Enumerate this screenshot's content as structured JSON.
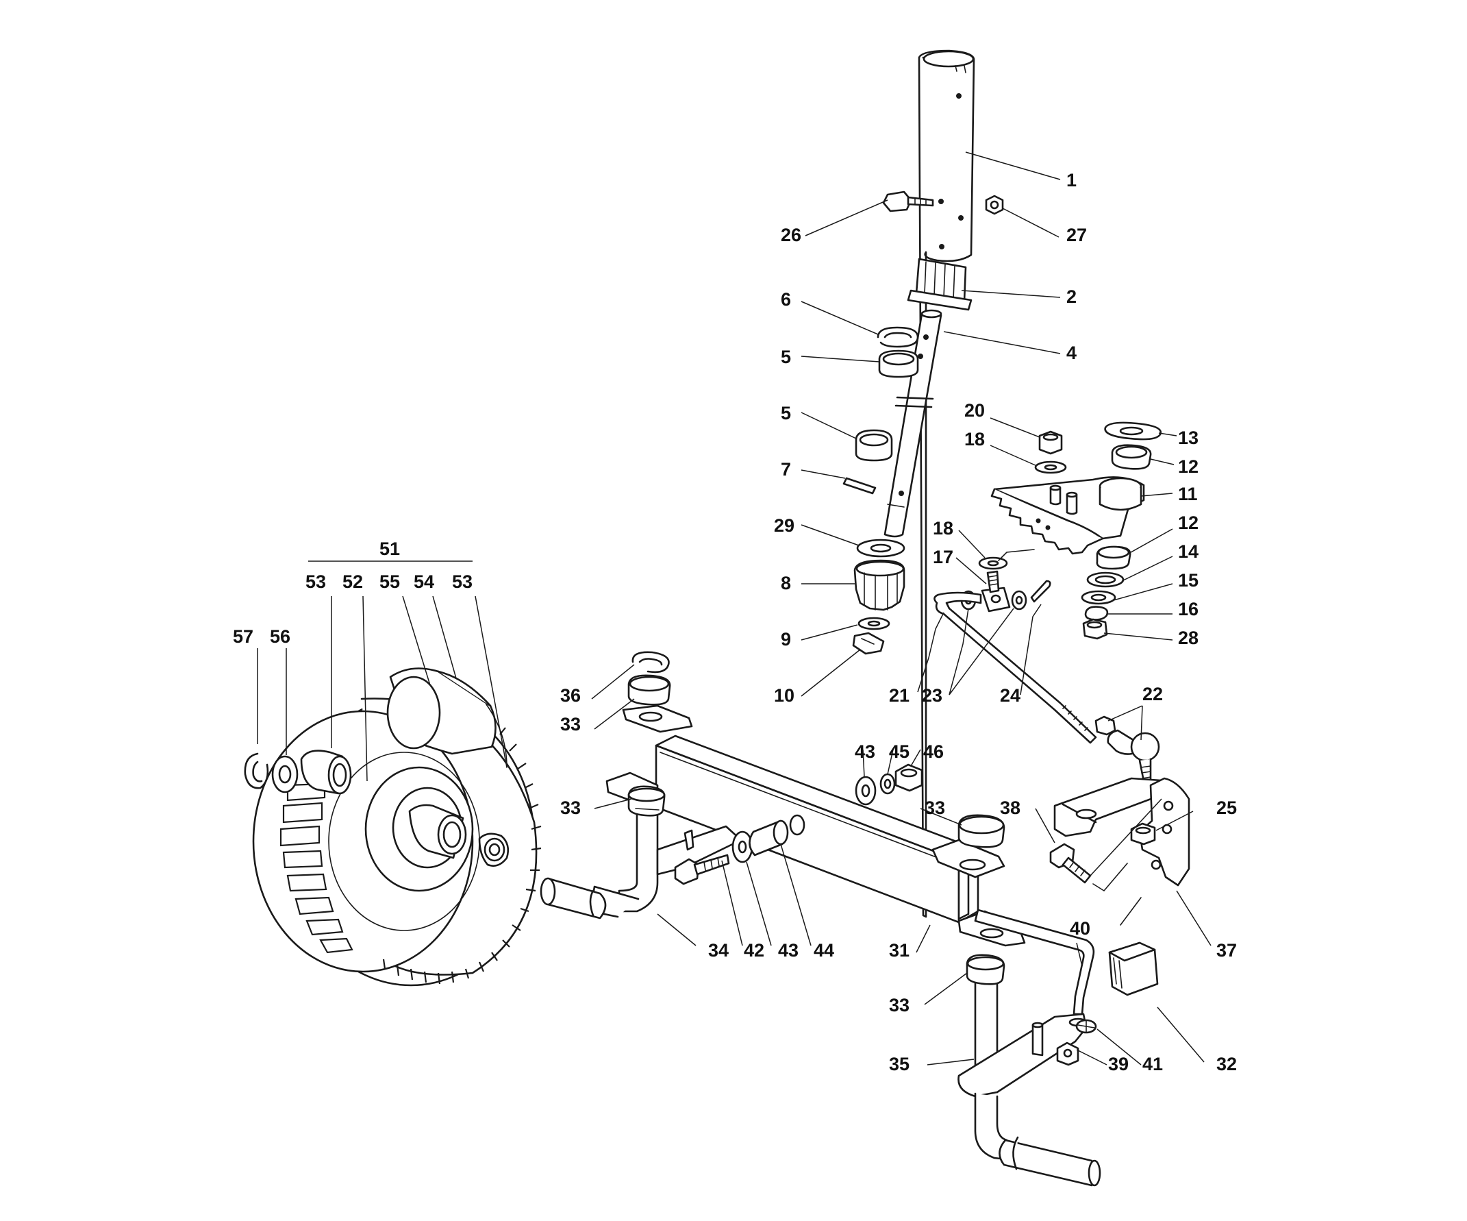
{
  "diagram": {
    "labels": [
      "1",
      "2",
      "4",
      "5",
      "5",
      "6",
      "7",
      "8",
      "9",
      "10",
      "11",
      "12",
      "12",
      "13",
      "14",
      "15",
      "16",
      "17",
      "18",
      "18",
      "20",
      "21",
      "22",
      "23",
      "24",
      "25",
      "26",
      "27",
      "28",
      "29",
      "31",
      "32",
      "33",
      "33",
      "33",
      "33",
      "34",
      "35",
      "36",
      "37",
      "38",
      "39",
      "40",
      "41",
      "42",
      "43",
      "43",
      "44",
      "45",
      "46",
      "51",
      "52",
      "53",
      "53",
      "54",
      "55",
      "56",
      "57"
    ]
  }
}
